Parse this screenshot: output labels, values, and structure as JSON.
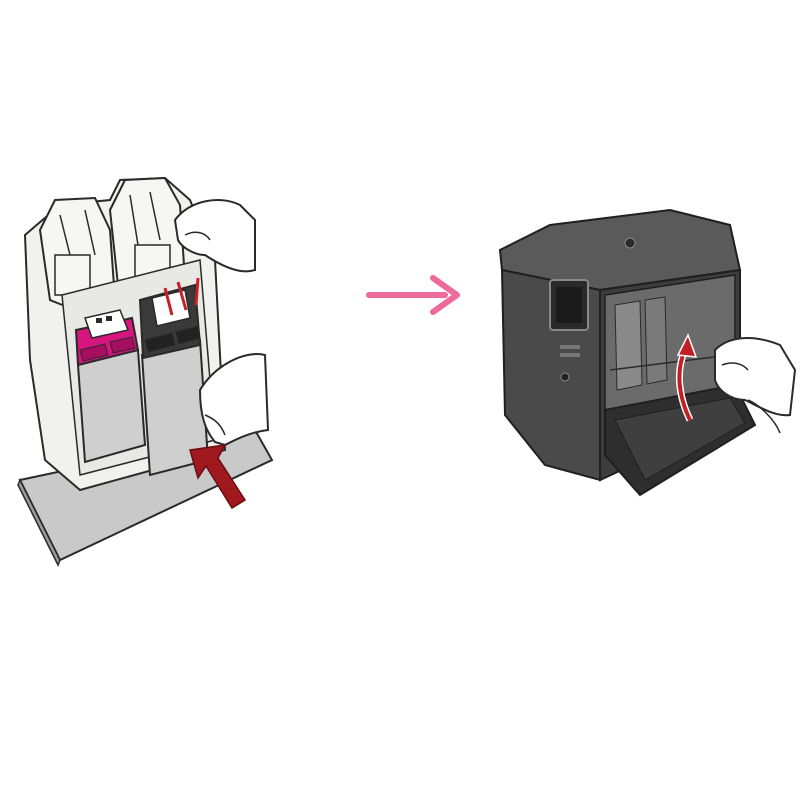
{
  "diagram": {
    "steps": [
      {
        "id": "insert-cartridges",
        "icon": "cartridge-insert-illustration"
      },
      {
        "id": "close-door",
        "icon": "printer-close-door-illustration"
      }
    ],
    "connector": {
      "icon": "right-arrow-icon",
      "color": "#ee6a9a"
    },
    "colors": {
      "line": "#2a2a2a",
      "cartridge_color": "#d6157f",
      "cartridge_black": "#3a3a3a",
      "cartridge_body": "#cfcfcf",
      "push_arrow": "#a0191f",
      "printer_body": "#4a4a4a",
      "printer_dark": "#2e2e2e",
      "tray": "#bfbfbf",
      "carriage": "#f1f1ee"
    }
  }
}
